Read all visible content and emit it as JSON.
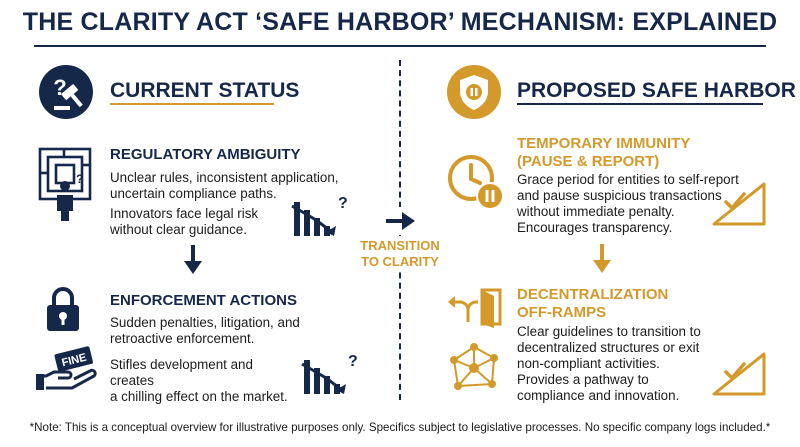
{
  "title": "THE CLARITY ACT ‘SAFE HARBOR’ MECHANISM: EXPLAINED",
  "colors": {
    "navy": "#16284a",
    "gold": "#d39a2b",
    "text": "#1c1c1c"
  },
  "left": {
    "heading": "CURRENT STATUS",
    "heading_icon": "gavel-question-icon",
    "blocks": [
      {
        "title": "REGULATORY AMBIGUITY",
        "icon": "maze-person-icon",
        "lines": [
          "Unclear rules, inconsistent application,",
          "uncertain compliance paths."
        ],
        "lines2": [
          "Innovators face legal risk",
          "without clear guidance."
        ],
        "side_icon": "declining-chart-question-icon"
      },
      {
        "title": "ENFORCEMENT ACTIONS",
        "icon": "padlock-icon",
        "icon2": "fine-ticket-hand-icon",
        "fine_label": "FINE",
        "lines": [
          "Sudden penalties, litigation, and",
          "retroactive enforcement."
        ],
        "lines2": [
          "Stifles development and creates",
          "a chilling effect on the market."
        ],
        "side_icon": "declining-chart-question-icon"
      }
    ]
  },
  "transition": {
    "line1": "TRANSITION",
    "line2": "TO CLARITY"
  },
  "right": {
    "heading": "PROPOSED SAFE HARBOR",
    "heading_icon": "shield-pause-icon",
    "blocks": [
      {
        "title_lines": [
          "TEMPORARY IMMUNITY",
          "(PAUSE & REPORT)"
        ],
        "icon": "clock-pause-icon",
        "lines": [
          "Grace period for entities to self-report",
          "and pause suspicious transactions",
          "without immediate penalty.",
          "Encourages transparency."
        ],
        "side_icon": "rising-check-icon"
      },
      {
        "title_lines": [
          "DECENTRALIZATION",
          "OFF-RAMPS"
        ],
        "icon": "exit-door-arrows-icon",
        "icon2": "network-nodes-icon",
        "lines": [
          "Clear guidelines to transition to",
          "decentralized structures or exit",
          "non-compliant activities.",
          "Provides a pathway to",
          "compliance and innovation."
        ],
        "side_icon": "rising-check-icon"
      }
    ]
  },
  "footnote": "*Note: This is a conceptual overview for illustrative purposes only. Specifics subject to legislative processes. No specific company logs included.*"
}
